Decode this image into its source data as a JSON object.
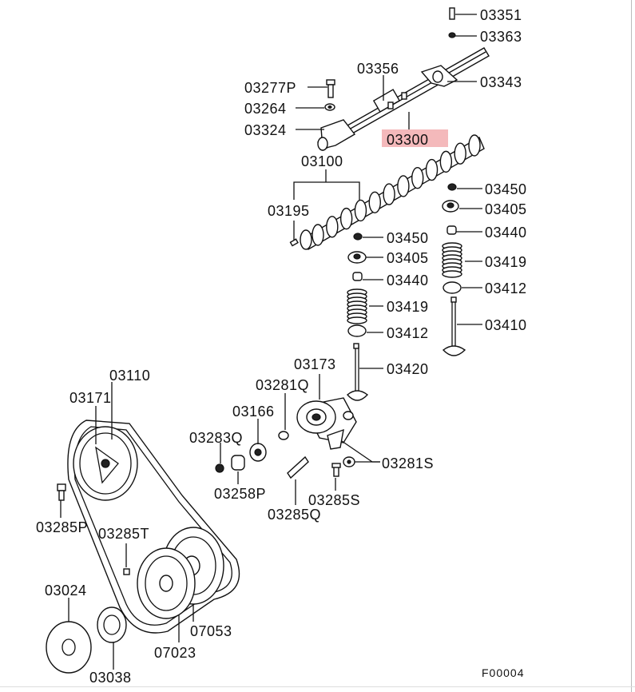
{
  "diagram": {
    "figure_id": "F00004",
    "highlight_color": "#f4b9bb",
    "labels": {
      "p03351": "03351",
      "p03363": "03363",
      "p03356": "03356",
      "p03343": "03343",
      "p03277P": "03277P",
      "p03264": "03264",
      "p03324": "03324",
      "p03300": "03300",
      "p03100": "03100",
      "p03195": "03195",
      "p03450a": "03450",
      "p03405a": "03405",
      "p03440a": "03440",
      "p03419a": "03419",
      "p03412a": "03412",
      "p03410": "03410",
      "p03450b": "03450",
      "p03405b": "03405",
      "p03440b": "03440",
      "p03419b": "03419",
      "p03412b": "03412",
      "p03420": "03420",
      "p03173": "03173",
      "p03110": "03110",
      "p03171": "03171",
      "p03281Q": "03281Q",
      "p03166": "03166",
      "p03283Q": "03283Q",
      "p03258P": "03258P",
      "p03281S": "03281S",
      "p03285S": "03285S",
      "p03285Q": "03285Q",
      "p03285P": "03285P",
      "p03285T": "03285T",
      "p03024": "03024",
      "p07053": "07053",
      "p07023": "07023",
      "p03038": "03038"
    }
  }
}
